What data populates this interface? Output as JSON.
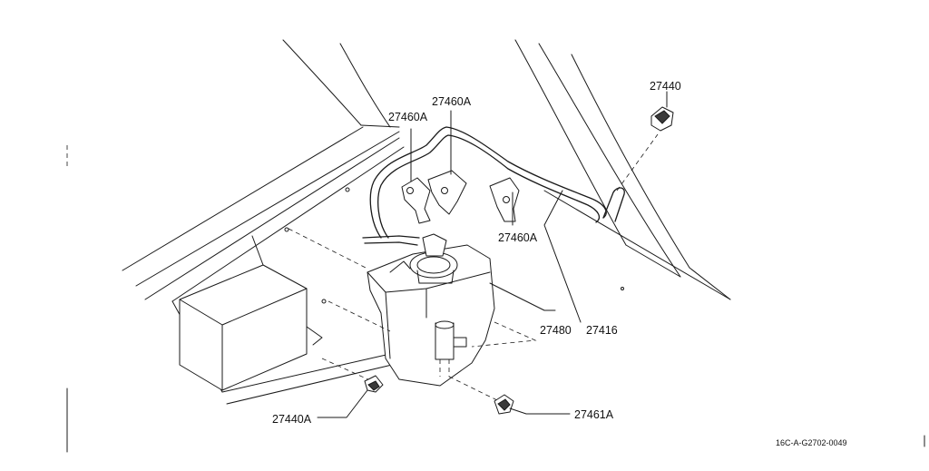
{
  "parts": {
    "p27440": "27440",
    "p27460A_a": "27460A",
    "p27460A_b": "27460A",
    "p27460A_c": "27460A",
    "p27480": "27480",
    "p27416": "27416",
    "p27440A": "27440A",
    "p27461A": "27461A"
  },
  "doc_number": "16C-A-G2702-0049"
}
